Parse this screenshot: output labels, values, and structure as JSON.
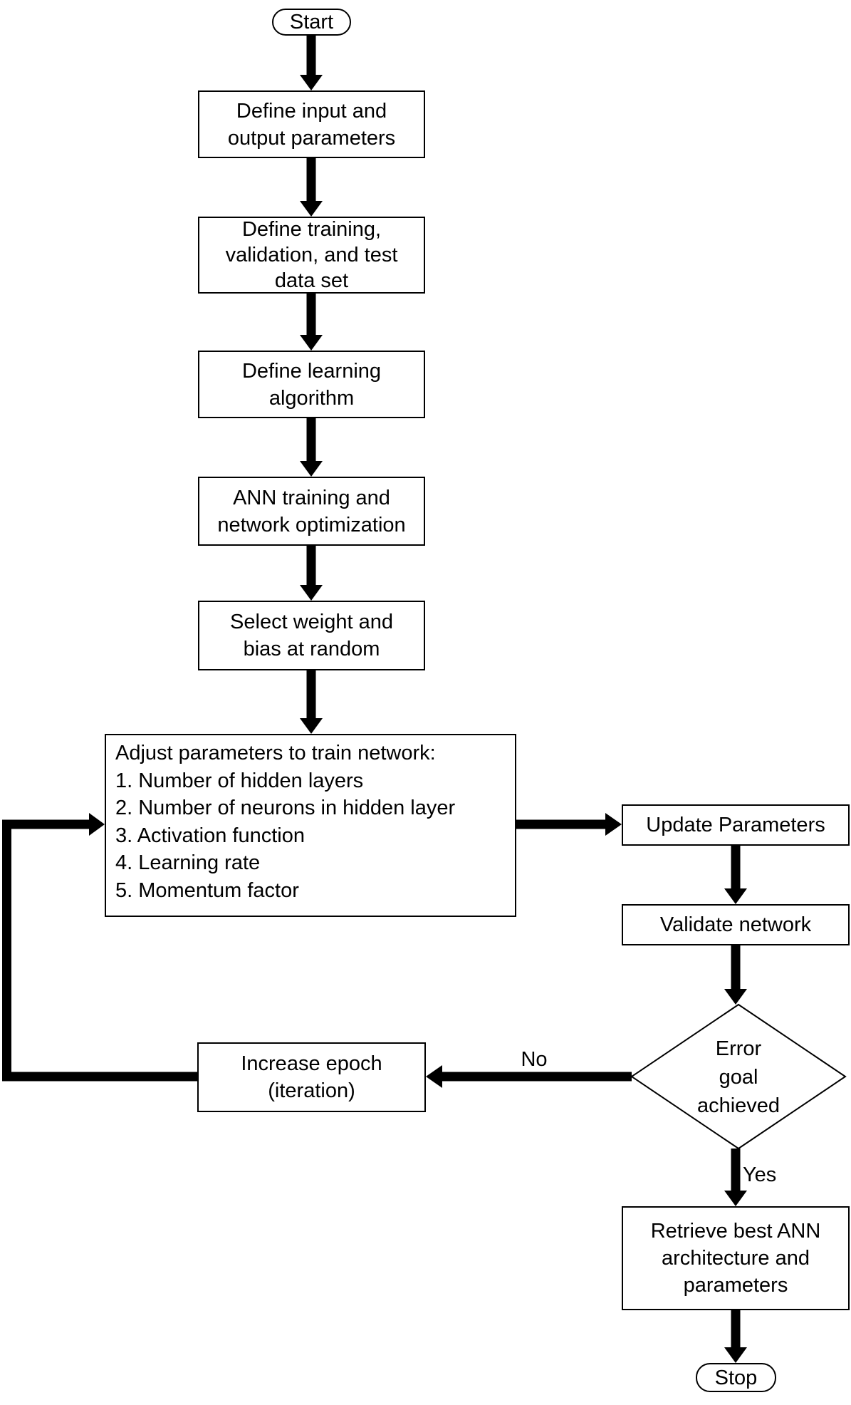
{
  "flowchart": {
    "colors": {
      "line": "#000000",
      "background": "#ffffff",
      "box_fill": "#ffffff",
      "text": "#000000"
    },
    "nodes": {
      "start": {
        "label": "Start"
      },
      "define_io": {
        "lines": [
          "Define input and",
          "output parameters"
        ]
      },
      "define_data": {
        "lines": [
          "Define training,",
          "validation,  and test",
          "data set"
        ]
      },
      "define_algo": {
        "lines": [
          "Define learning",
          "algorithm"
        ]
      },
      "ann_training": {
        "lines": [
          "ANN training and",
          "network optimization"
        ]
      },
      "select_weight": {
        "lines": [
          "Select weight and",
          "bias at random"
        ]
      },
      "adjust_params": {
        "title": "Adjust parameters to train network:",
        "items": [
          "1. Number of hidden layers",
          "2. Number of neurons in hidden layer",
          "3. Activation function",
          "4. Learning rate",
          "5. Momentum factor"
        ]
      },
      "update_params": {
        "label": "Update Parameters"
      },
      "validate_network": {
        "label": "Validate network"
      },
      "decision": {
        "lines": [
          "Error",
          "goal",
          "achieved"
        ]
      },
      "increase_epoch": {
        "lines": [
          "Increase epoch",
          "(iteration)"
        ]
      },
      "retrieve_best": {
        "lines": [
          "Retrieve best ANN",
          "architecture and",
          "parameters"
        ]
      },
      "stop": {
        "label": "Stop"
      }
    },
    "edge_labels": {
      "no": "No",
      "yes": "Yes"
    }
  }
}
